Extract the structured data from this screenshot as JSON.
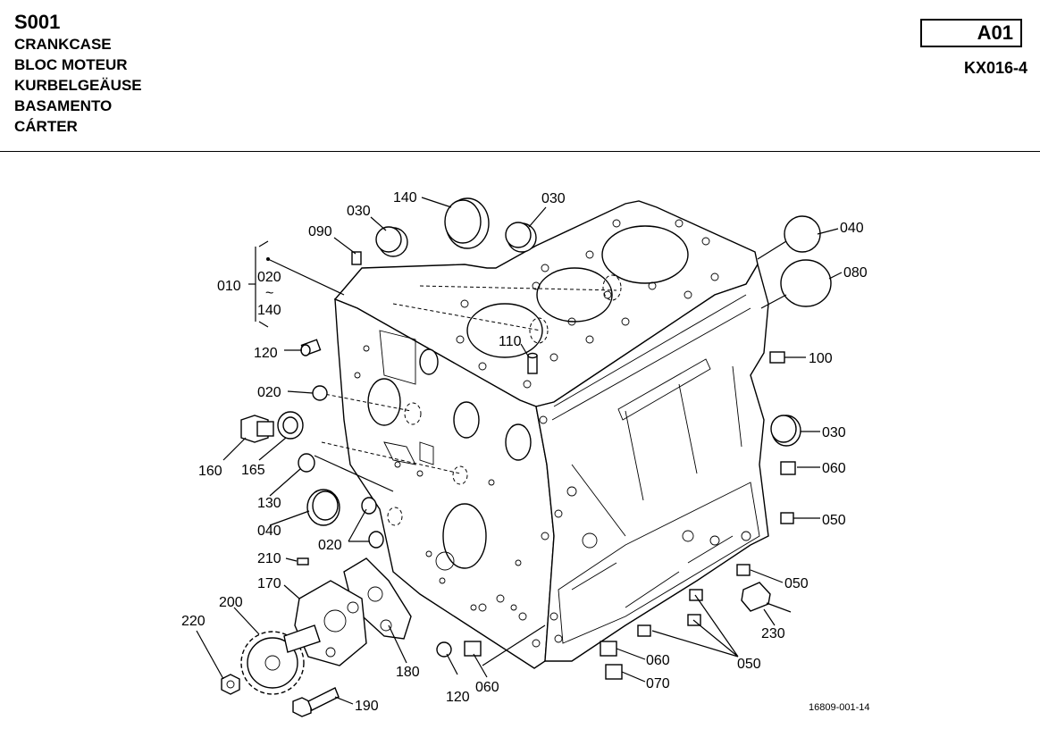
{
  "header": {
    "code": "S001",
    "titles": [
      "CRANKCASE",
      "BLOC MOTEUR",
      "KURBELGEÄUSE",
      "BASAMENTO",
      "CÁRTER"
    ],
    "page_box": "A01",
    "model": "KX016-4"
  },
  "diagram": {
    "callouts": {
      "c140top": "140",
      "c030a": "030",
      "c030b": "030",
      "c090": "090",
      "c010": "010",
      "c020range_top": "020",
      "c020range_tilde": "~",
      "c020range_bot": "140",
      "c040r": "040",
      "c080": "080",
      "c110": "110",
      "c120a": "120",
      "c100": "100",
      "c020a": "020",
      "c030r": "030",
      "c160": "160",
      "c165": "165",
      "c060a": "060",
      "c130": "130",
      "c050a": "050",
      "c040l": "040",
      "c020b": "020",
      "c210": "210",
      "c050b": "050",
      "c170": "170",
      "c200": "200",
      "c220": "220",
      "c230": "230",
      "c180": "180",
      "c060b": "060",
      "c050c": "050",
      "c120b": "120",
      "c060c": "060",
      "c070": "070",
      "c190": "190"
    },
    "reference_number": "16809-001-14"
  }
}
